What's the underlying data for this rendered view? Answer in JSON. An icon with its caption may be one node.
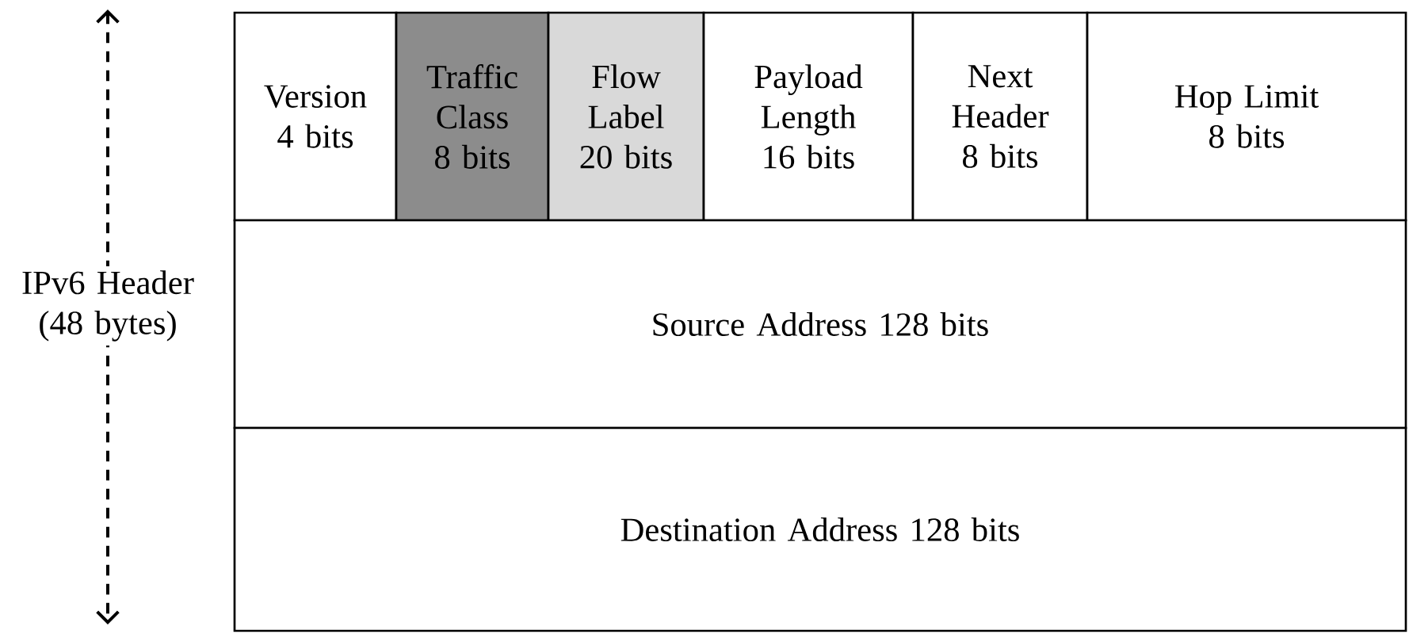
{
  "diagram": {
    "nodes": [
      {
        "text": [
          "Version 4 bits"
        ]
      },
      {
        "text": [
          "Traffic Class 8 bits"
        ]
      },
      {
        "text": [
          "Flow Label 20 bits"
        ]
      },
      {
        "text": [
          "Payload Length 16 bits"
        ]
      },
      {
        "text": [
          "Next Header 8 bits"
        ]
      },
      {
        "text": [
          "Hop Limit 8 bits"
        ]
      },
      {
        "text": [
          "Source Address 128 bits"
        ]
      },
      {
        "text": [
          "Destination Address 128 bits"
        ]
      }
    ],
    "labels": [
      "IPv6 Header (48 bytes)"
    ]
  }
}
